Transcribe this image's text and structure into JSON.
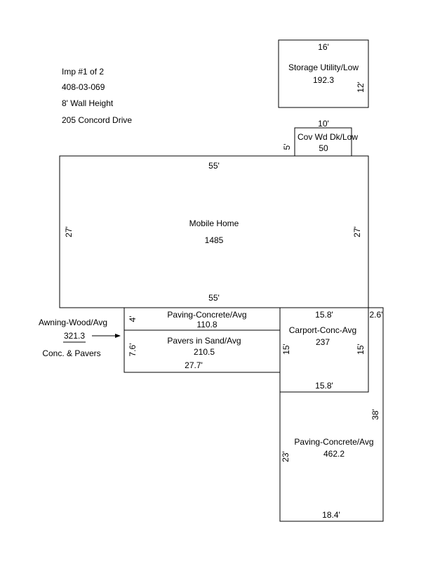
{
  "info": {
    "imp": "Imp #1 of 2",
    "parcel": "408-03-069",
    "wall_height": "8' Wall Height",
    "address": "205 Concord Drive"
  },
  "storage": {
    "width": "16'",
    "depth": "12'",
    "label": "Storage Utility/Low",
    "area": "192.3"
  },
  "deck": {
    "width": "10'",
    "depth": "5'",
    "label": "Cov Wd Dk/Low",
    "area": "50"
  },
  "home": {
    "top": "55'",
    "bottom": "55'",
    "left": "27'",
    "right": "27'",
    "label": "Mobile Home",
    "area": "1485"
  },
  "paving_small": {
    "depth": "4'",
    "label": "Paving-Concrete/Avg",
    "area": "110.8"
  },
  "pavers": {
    "depth": "7.6'",
    "width": "27.7'",
    "label": "Pavers in Sand/Avg",
    "area": "210.5"
  },
  "carport": {
    "top": "15.8'",
    "bottom": "15.8'",
    "left": "15'",
    "right": "15'",
    "label": "Carport-Conc-Avg",
    "area": "237"
  },
  "paving_large": {
    "corner": "2.6'",
    "right": "38'",
    "left": "23'",
    "bottom": "18.4'",
    "label": "Paving-Concrete/Avg",
    "area": "462.2"
  },
  "awning": {
    "label": "Awning-Wood/Avg",
    "area": "321.3",
    "note": "Conc. & Pavers"
  }
}
